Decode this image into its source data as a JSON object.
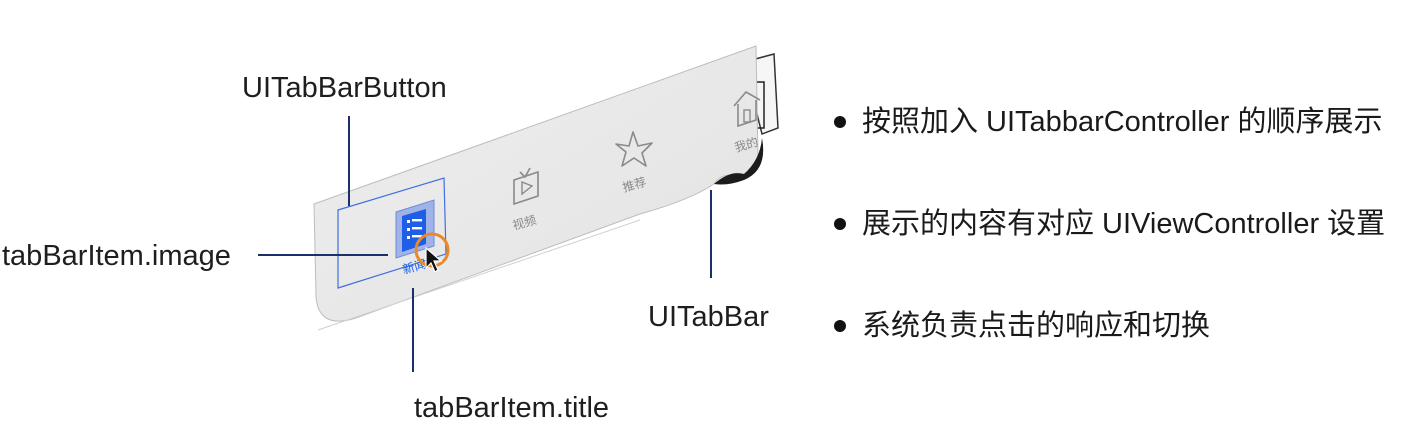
{
  "callouts": {
    "tab_bar_button": "UITabBarButton",
    "item_image": "tabBarItem.image",
    "tab_bar": "UITabBar",
    "item_title": "tabBarItem.title"
  },
  "tabs": [
    {
      "label": "新闻",
      "icon": "list-icon",
      "active": true
    },
    {
      "label": "视频",
      "icon": "tv-icon",
      "active": false
    },
    {
      "label": "推荐",
      "icon": "star-icon",
      "active": false
    },
    {
      "label": "我的",
      "icon": "home-icon",
      "active": false
    }
  ],
  "bullets": [
    "按照加入 UITabbarController 的顺序展示",
    "展示的内容有对应 UIViewController 设置",
    "系统负责点击的响应和切换"
  ],
  "colors": {
    "accent": "#1f63e8",
    "leader_line": "#1b2f6b",
    "highlight_box": "#3f6fe0",
    "cursor_ring": "#e8892b",
    "tab_bar_fill": "#ececec"
  }
}
